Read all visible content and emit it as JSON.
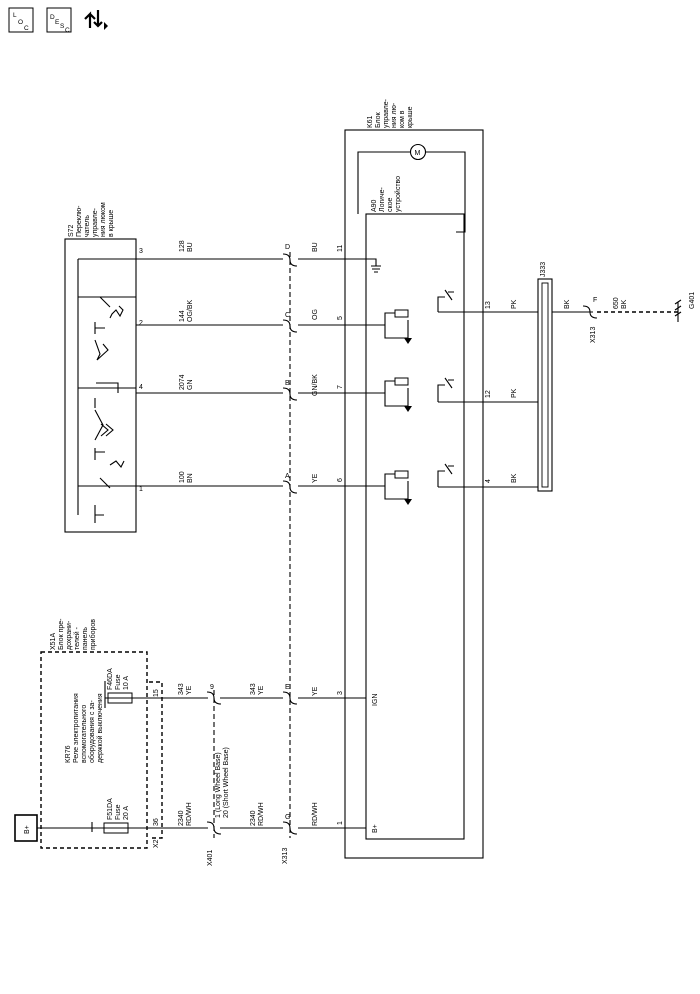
{
  "toolbar": {
    "loc_label": "L O C",
    "desc_label": "D E S C"
  },
  "modules": {
    "k61": "K61 Блок управле- ния лю- ком в крыше",
    "a90": "A90 Логиче- ское устройство",
    "s72": "S72 Переклю- чатель управле- ния люком в крыше",
    "x51a": "X51A Блок пре- дохрани- телей - панель приборов",
    "kr76": "KR76 Реле электропитания вспомогательного оборудования с за- держкой выключения",
    "motor": "M"
  },
  "fuses": {
    "f46da": "F46DA Fuse 10 A",
    "f51da": "F51DA Fuse 20 A"
  },
  "power": "B+",
  "connectors": {
    "x2": "X2",
    "x401": "X401",
    "x313_left": "X313",
    "x313_right": "X313",
    "j333": "J333",
    "g401": "G401",
    "x401_note1": "1 (Long Wheel Base)",
    "x401_note2": "20 (Short Wheel Base)"
  },
  "wires": {
    "w128": "128",
    "w128c": "BU",
    "w144": "144",
    "w144c": "OG/BK",
    "w2074": "2074",
    "w2074c": "GN",
    "w100": "100",
    "w100c": "BN",
    "w343a": "343",
    "w343ac": "YE",
    "w343b": "343",
    "w343bc": "YE",
    "w2340a": "2340",
    "w2340ac": "RD/WH",
    "w2340b": "2340",
    "w2340bc": "RD/WH",
    "w650": "650",
    "w650c": "BK"
  },
  "pins": {
    "s72_3": "3",
    "s72_2": "2",
    "s72_4": "4",
    "s72_1": "1",
    "c_D": "D",
    "c_C": "C",
    "c_B": "B",
    "c_A": "A",
    "c_E": "E",
    "c_G": "G",
    "c_9": "9",
    "c_F": "F",
    "x2_15": "15",
    "x2_36": "36",
    "k_11": "11",
    "k_5": "5",
    "k_7": "7",
    "k_6": "6",
    "k_3": "3",
    "k_1": "1",
    "k_13": "13",
    "k_12": "12",
    "k_4": "4"
  },
  "colors_k61": {
    "bu": "BU",
    "og": "OG",
    "gnbk": "GN/BK",
    "ye1": "YE",
    "ye2": "YE",
    "rdwh": "RD/WH",
    "pk1": "PK",
    "pk2": "PK",
    "bk1": "BK",
    "bk2": "BK"
  },
  "inputs": {
    "ign": "IGN",
    "bplus": "B+"
  }
}
